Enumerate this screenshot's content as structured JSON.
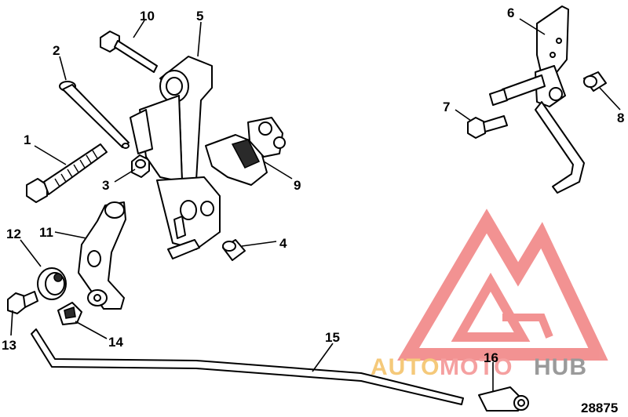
{
  "diagram": {
    "reference_number": "28875",
    "callouts": [
      "1",
      "2",
      "3",
      "4",
      "5",
      "6",
      "7",
      "8",
      "9",
      "10",
      "11",
      "12",
      "13",
      "14",
      "15",
      "16"
    ]
  },
  "watermark": {
    "brand_text": "AUTOMOTOHUB",
    "colors": {
      "logo": "#f08080",
      "auto": "#f5c97a",
      "moto": "#f5a0a0",
      "hub": "#9a9a9a"
    }
  }
}
